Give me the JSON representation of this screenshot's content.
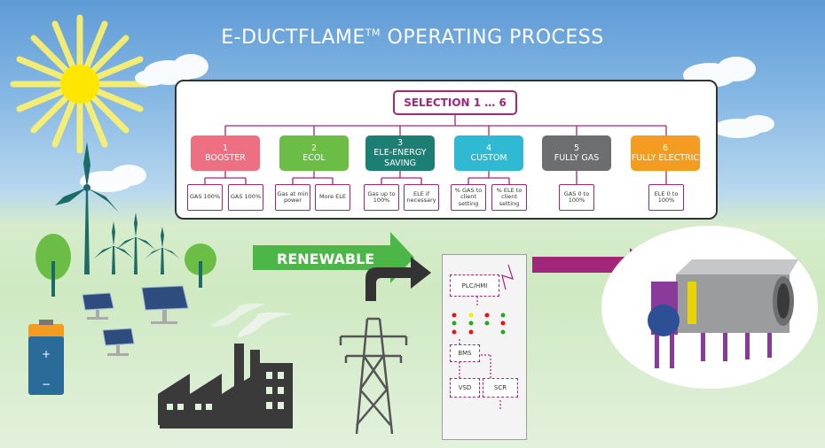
{
  "title": {
    "main": "E-DUCTFLAME",
    "tm": "TM",
    "rest": " OPERATING PROCESS"
  },
  "selection": {
    "label": "SELECTION 1 … 6"
  },
  "options": [
    {
      "num": "1",
      "name": "BOOSTER",
      "color": "#ec7082",
      "subs": [
        "GAS 100%",
        "GAS 100%"
      ]
    },
    {
      "num": "2",
      "name": "ECOL",
      "color": "#6cbd45",
      "subs": [
        "Gas at min power",
        "More ELE"
      ]
    },
    {
      "num": "3",
      "name": "ELE-ENERGY SAVING",
      "color": "#1d7e74",
      "subs": [
        "Gas up to 100%",
        "ELE if necessary"
      ]
    },
    {
      "num": "4",
      "name": "CUSTOM",
      "color": "#2fb9d3",
      "subs": [
        "% GAS to client setting",
        "% ELE to client setting"
      ]
    },
    {
      "num": "5",
      "name": "FULLY GAS",
      "color": "#6d6e70",
      "subs": [
        "GAS 0 to 100%"
      ]
    },
    {
      "num": "6",
      "name": "FULLY ELECTRIC",
      "color": "#f39c1f",
      "subs": [
        "ELE 0 to 100%"
      ]
    }
  ],
  "renewable": {
    "label": "RENEWABLE"
  },
  "cabinet": {
    "plc": "PLC/HMI",
    "bms": "BMS",
    "vsd": "VSD",
    "scr": "SCR"
  },
  "colors": {
    "accent": "#a0277a",
    "renewable_arrow": "#4cb748",
    "sun": "#ffe600"
  }
}
